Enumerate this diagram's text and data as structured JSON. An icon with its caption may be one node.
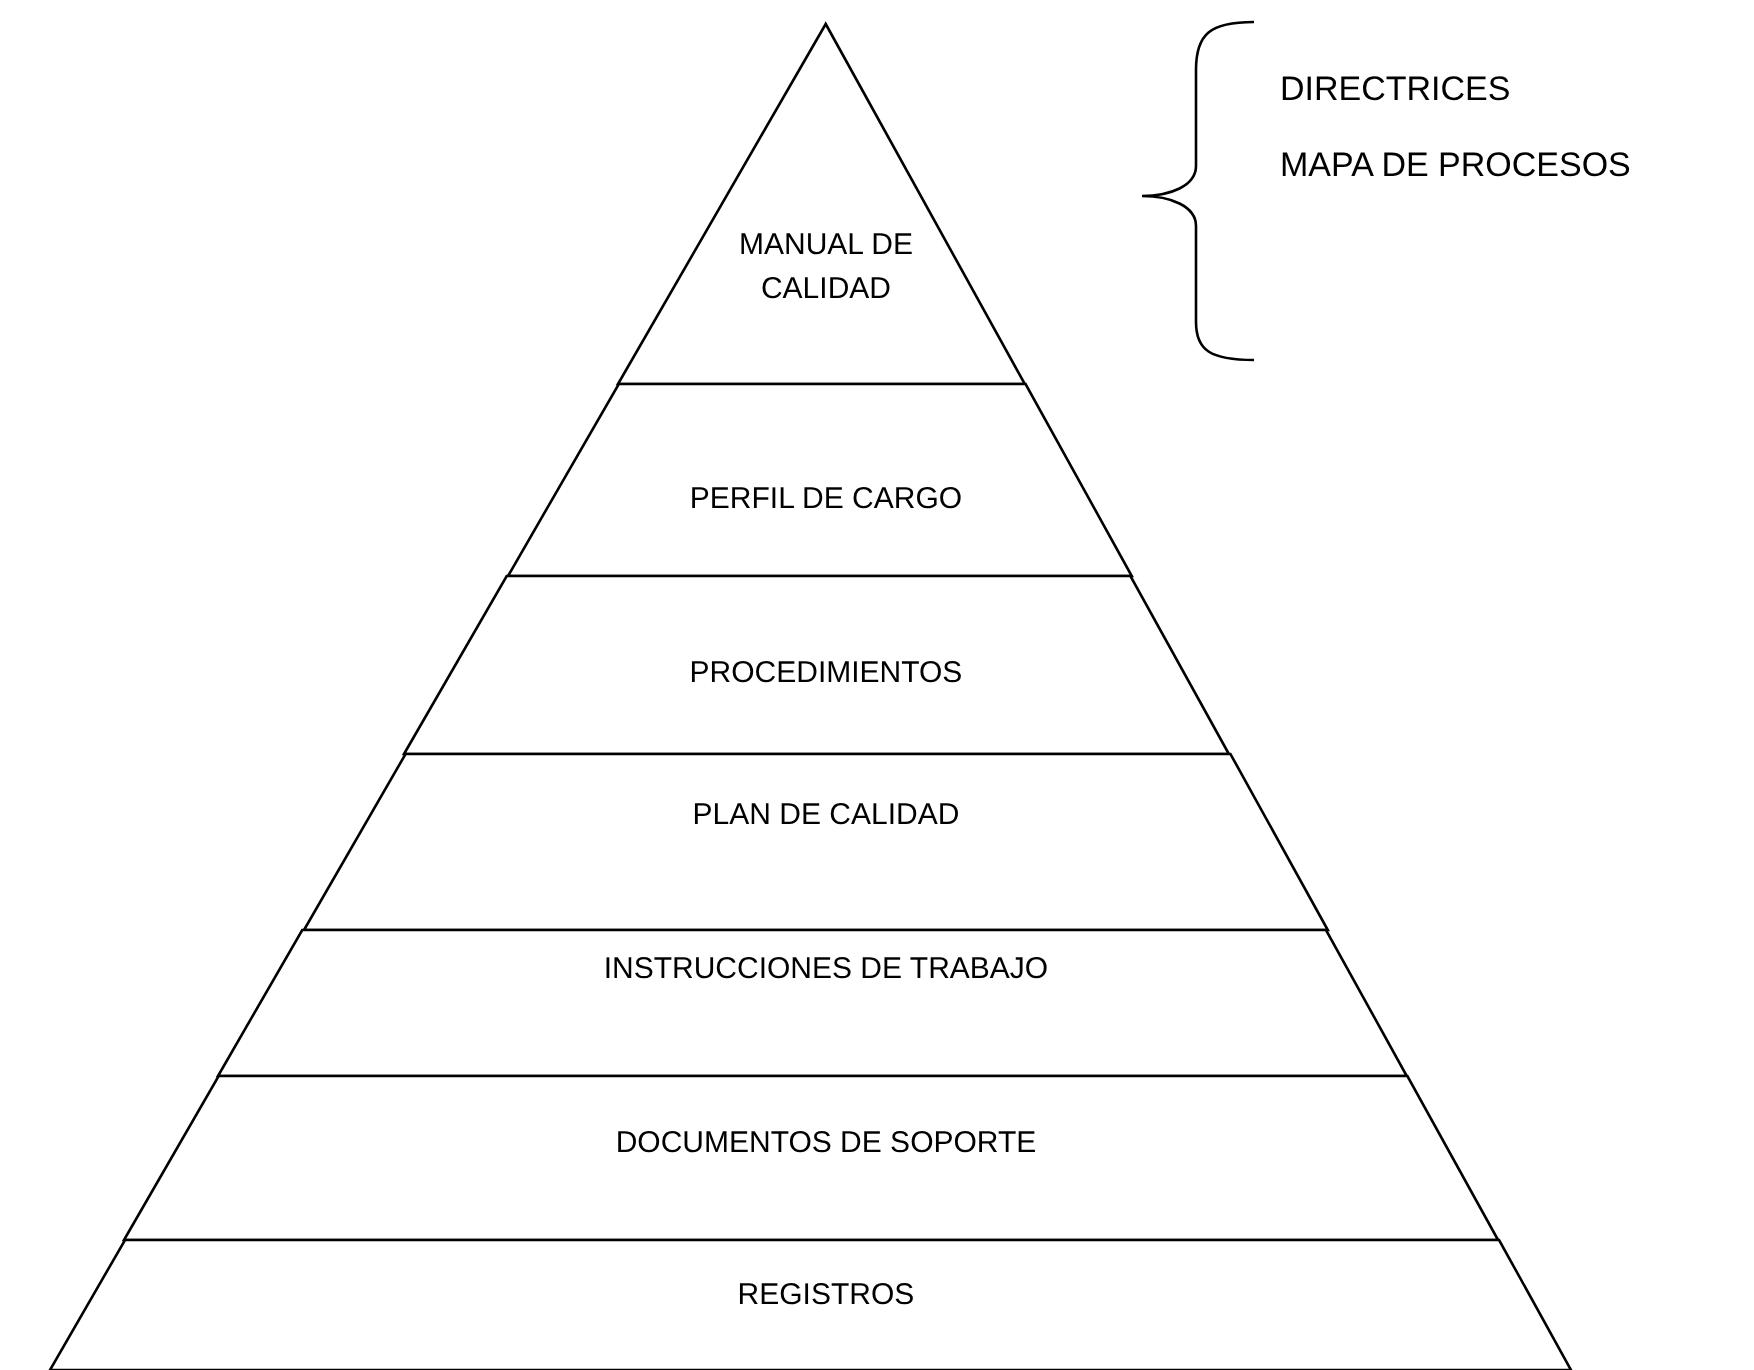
{
  "diagram": {
    "nodes": [
      {
        "text": [
          "MANUAL DE CALIDAD"
        ]
      },
      {
        "text": [
          "PERFIL DE CARGO"
        ]
      },
      {
        "text": [
          "PROCEDIMIENTOS"
        ]
      },
      {
        "text": [
          "PLAN DE CALIDAD"
        ]
      },
      {
        "text": [
          "INSTRUCCIONES DE TRABAJO"
        ]
      },
      {
        "text": [
          "DOCUMENTOS DE SOPORTE"
        ]
      },
      {
        "text": [
          "REGISTROS"
        ]
      }
    ],
    "edges": [],
    "labels": [
      "DIRECTRICES",
      "MAPA DE PROCESOS"
    ]
  }
}
